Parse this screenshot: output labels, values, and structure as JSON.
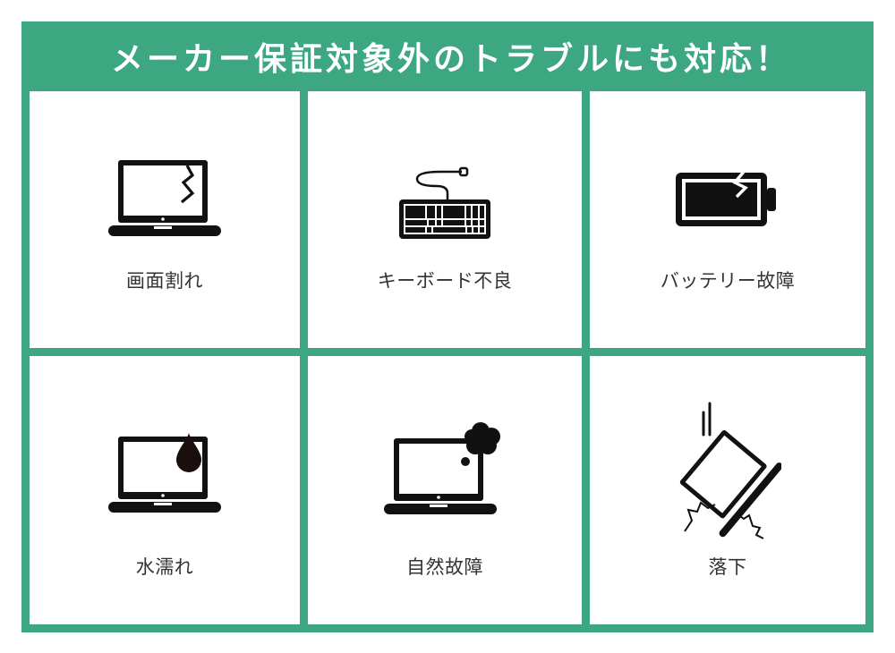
{
  "header": {
    "title": "メーカー保証対象外のトラブルにも対応！"
  },
  "colors": {
    "accent": "#3ca780",
    "cell_background": "#ffffff",
    "icon": "#111111",
    "label_text": "#333333",
    "title_text": "#ffffff"
  },
  "items": [
    {
      "label": "画面割れ",
      "icon": "cracked-laptop-screen-icon"
    },
    {
      "label": "キーボード不良",
      "icon": "keyboard-icon"
    },
    {
      "label": "バッテリー故障",
      "icon": "cracked-battery-icon"
    },
    {
      "label": "水濡れ",
      "icon": "laptop-water-drop-icon"
    },
    {
      "label": "自然故障",
      "icon": "laptop-smoke-icon"
    },
    {
      "label": "落下",
      "icon": "falling-laptop-icon"
    }
  ]
}
